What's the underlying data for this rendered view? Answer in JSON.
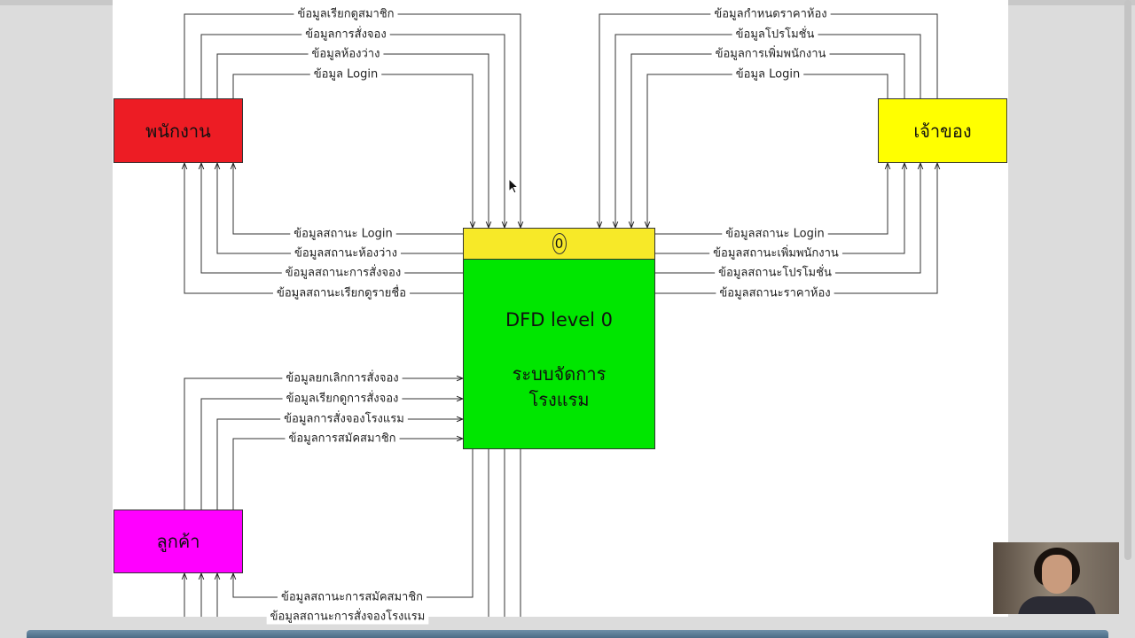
{
  "diagram": {
    "entities": {
      "staff": {
        "label": "พนักงาน",
        "color": "#ed1c24"
      },
      "owner": {
        "label": "เจ้าของ",
        "color": "#ffff00"
      },
      "customer": {
        "label": "ลูกค้า",
        "color": "#ff00ff"
      }
    },
    "process": {
      "number": "0",
      "title": "DFD level 0",
      "name_line1": "ระบบจัดการ",
      "name_line2": "โรงแรม",
      "header_color": "#f7e928",
      "body_color": "#00e600"
    },
    "flows": {
      "staff_in": [
        "ข้อมูลเรียกดูสมาชิก",
        "ข้อมูลการสั่งจอง",
        "ข้อมูลห้องว่าง",
        "ข้อมูล Login"
      ],
      "staff_out": [
        "ข้อมูลสถานะ Login",
        "ข้อมูลสถานะห้องว่าง",
        "ข้อมูลสถานะการสั่งจอง",
        "ข้อมูลสถานะเรียกดูรายชื่อ"
      ],
      "owner_in": [
        "ข้อมูลกำหนดราคาห้อง",
        "ข้อมูลโปรโมชั่น",
        "ข้อมูลการเพิ่มพนักงาน",
        "ข้อมูล Login"
      ],
      "owner_out": [
        "ข้อมูลสถานะ Login",
        "ข้อมูลสถานะเพิ่มพนักงาน",
        "ข้อมูลสถานะโปรโมชั่น",
        "ข้อมูลสถานะราคาห้อง"
      ],
      "customer_in": [
        "ข้อมูลยกเลิกการสั่งจอง",
        "ข้อมูลเรียกดูการสั่งจอง",
        "ข้อมูลการสั่งจองโรงแรม",
        "ข้อมูลการสมัคสมาชิก"
      ],
      "customer_out": [
        "ข้อมูลสถานะการสมัคสมาชิก",
        "ข้อมูลสถานะการสั่งจองโรงแรม"
      ]
    }
  }
}
